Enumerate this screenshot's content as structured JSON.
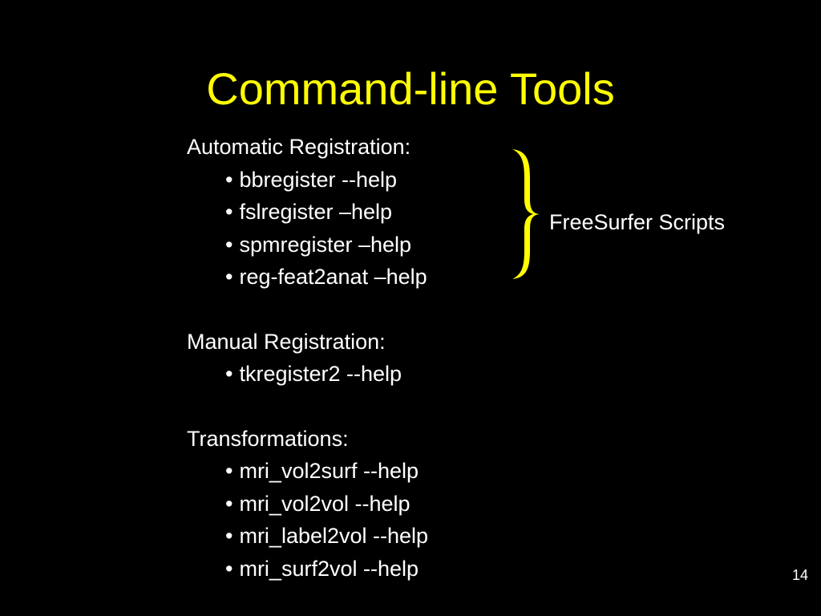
{
  "slide": {
    "title": "Command-line Tools",
    "page_number": "14",
    "accent_color": "#ffff00",
    "text_color": "#ffffff",
    "background_color": "#000000"
  },
  "automatic": {
    "heading": "Automatic Registration:",
    "items": [
      "bbregister --help",
      "fslregister –help",
      "spmregister –help",
      "reg-feat2anat –help"
    ]
  },
  "brace_annotation": {
    "icon": "right-curly-brace-icon",
    "label": "FreeSurfer Scripts"
  },
  "manual": {
    "heading": "Manual Registration:",
    "items": [
      "tkregister2 --help"
    ]
  },
  "transformations": {
    "heading": "Transformations:",
    "items": [
      "mri_vol2surf --help",
      "mri_vol2vol --help",
      "mri_label2vol --help",
      "mri_surf2vol --help"
    ]
  }
}
